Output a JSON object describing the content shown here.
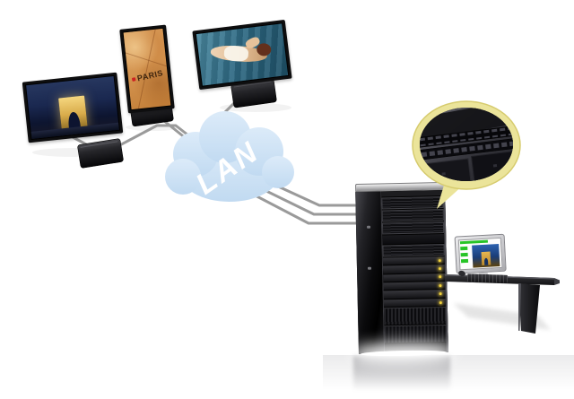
{
  "scene": {
    "cloud": {
      "label": "LAN",
      "label_color": "#ffffff",
      "fill_top": "#dcebf9",
      "fill_bottom": "#c1daf1"
    },
    "displays": {
      "count": 3,
      "paris_screen_text": "PARIS"
    },
    "cables": {
      "color": "#9a9a9a",
      "to_rack_count": 3
    },
    "callout": {
      "border_fill": "#ebe49a",
      "border_stroke": "#d6cb6e",
      "interior_fill": "#232327",
      "device_led_blue": "#58b7e8"
    },
    "rack": {
      "status_led_color": "#f2d23c"
    },
    "workstation": {
      "ui_accent_green": "#27c427"
    }
  }
}
